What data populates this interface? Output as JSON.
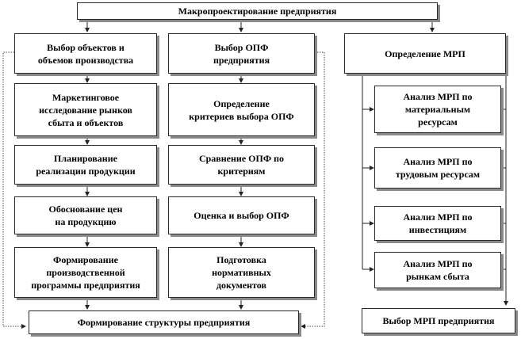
{
  "diagram": {
    "top": "Макропроектирование  предприятия",
    "col1": {
      "header": "Выбор объектов и\nобъемов производства",
      "steps": [
        "Маркетинговое\nисследование рынков\nсбыта и объектов",
        "Планирование\nреализации продукции",
        "Обоснование цен\nна продукцию",
        "Формирование\nпроизводственной\nпрограммы предприятия"
      ]
    },
    "col2": {
      "header": "Выбор ОПФ\nпредприятия",
      "steps": [
        "Определение\nкритериев выбора ОПФ",
        "Сравнение ОПФ по\nкритериям",
        "Оценка и выбор ОПФ",
        "Подготовка\nнормативных\nдокументов"
      ]
    },
    "col3": {
      "header": "Определение МРП",
      "steps": [
        "Анализ МРП по\nматериальным\nресурсам",
        "Анализ МРП по\nтрудовым ресурсам",
        "Анализ МРП по\nинвестициям",
        "Анализ МРП по\nрынкам сбыта"
      ]
    },
    "bottom_left": "Формирование  структуры предприятия",
    "bottom_right": "Выбор МРП предприятия"
  }
}
